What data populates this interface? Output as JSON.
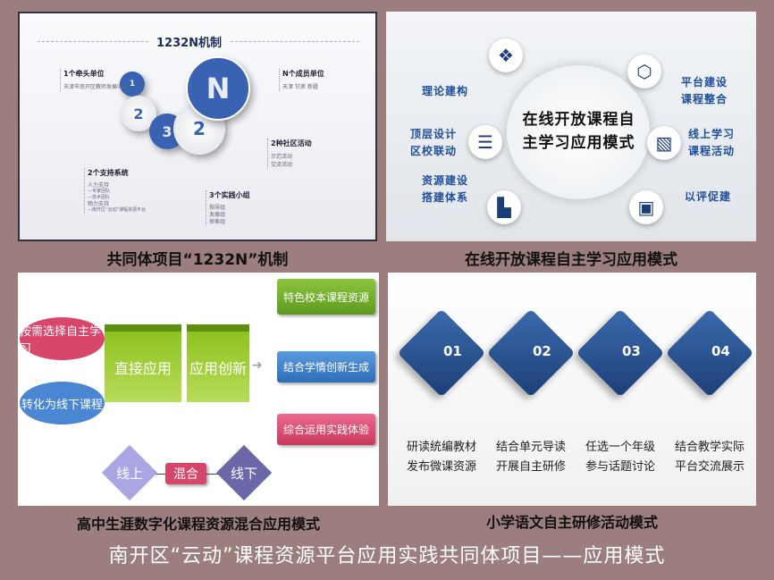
{
  "panel1": {
    "title": "1232N机制",
    "circles": [
      "1",
      "2",
      "3",
      "2",
      "N"
    ],
    "lead": {
      "title": "1个牵头单位",
      "items": [
        "天津市南开区教师发展中心"
      ]
    },
    "members": {
      "title": "N个成员单位",
      "items": [
        "天津 甘肃 新疆"
      ]
    },
    "activities": {
      "title": "2种社区活动",
      "items": [
        "示范活动",
        "交流活动"
      ]
    },
    "support": {
      "title": "2个支持系统",
      "items": [
        "人力支持",
        "—专家团队",
        "—技术团队",
        "物力支持",
        "—南开区“云动”课程资源平台"
      ]
    },
    "groups": {
      "title": "3个实践小组",
      "items": [
        "指导组",
        "发展组",
        "探索组"
      ]
    },
    "caption": "共同体项目“1232N”机制"
  },
  "panel2": {
    "center": "在线开放课程自主学习应用模式",
    "left": [
      [
        "理论建构"
      ],
      [
        "顶层设计",
        "区校联动"
      ],
      [
        "资源建设",
        "搭建体系"
      ]
    ],
    "right": [
      [
        "平台建设",
        "课程整合"
      ],
      [
        "线上学习",
        "课程活动"
      ],
      [
        "以评促建"
      ]
    ],
    "caption": "在线开放课程自主学习应用模式"
  },
  "panel3": {
    "ovals": [
      "按需选择自主学习",
      "转化为线下课程"
    ],
    "boxes": [
      "直接应用",
      "应用创新"
    ],
    "right": [
      "特色校本课程资源",
      "结合学情创新生成",
      "综合运用实践体验"
    ],
    "bottom": [
      "线上",
      "混合",
      "线下"
    ],
    "caption": "高中生涯数字化课程资源混合应用模式"
  },
  "panel4": {
    "steps": [
      {
        "num": "01",
        "lines": [
          "研读统编教材",
          "发布微课资源"
        ]
      },
      {
        "num": "02",
        "lines": [
          "结合单元导读",
          "开展自主研修"
        ]
      },
      {
        "num": "03",
        "lines": [
          "任选一个年级",
          "参与话题讨论"
        ]
      },
      {
        "num": "04",
        "lines": [
          "结合教学实际",
          "平台交流展示"
        ]
      }
    ],
    "caption": "小学语文自主研修活动模式"
  },
  "footer": "南开区“云动”课程资源平台应用实践共同体项目——应用模式"
}
